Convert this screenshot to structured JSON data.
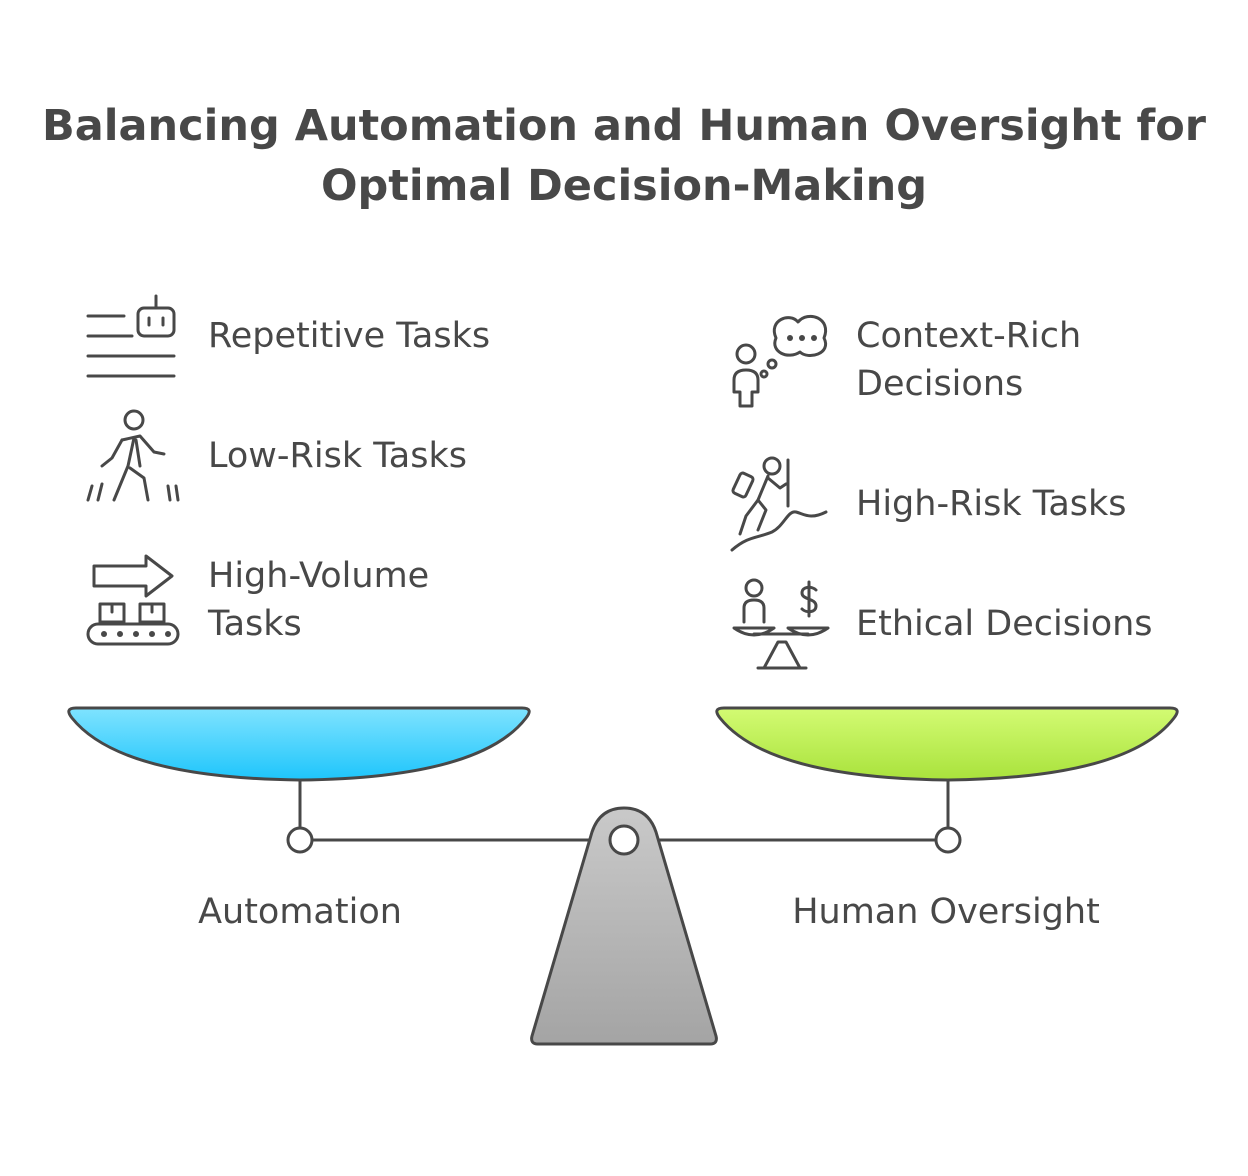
{
  "title": {
    "line1": "Balancing Automation and Human Oversight for",
    "line2": "Optimal Decision-Making"
  },
  "automation": {
    "label": "Automation",
    "color": "#1ec5fb",
    "items": [
      {
        "icon": "robot-tasks-icon",
        "text": "Repetitive Tasks"
      },
      {
        "icon": "walking-person-icon",
        "text": "Low-Risk Tasks"
      },
      {
        "icon": "conveyor-belt-icon",
        "line1": "High-Volume",
        "line2": "Tasks"
      }
    ]
  },
  "human_oversight": {
    "label": "Human Oversight",
    "color": "#a9e23c",
    "items": [
      {
        "icon": "thinking-person-icon",
        "line1": "Context-Rich",
        "line2": "Decisions"
      },
      {
        "icon": "climber-icon",
        "text": "High-Risk Tasks"
      },
      {
        "icon": "ethics-scale-icon",
        "text": "Ethical Decisions"
      }
    ]
  }
}
